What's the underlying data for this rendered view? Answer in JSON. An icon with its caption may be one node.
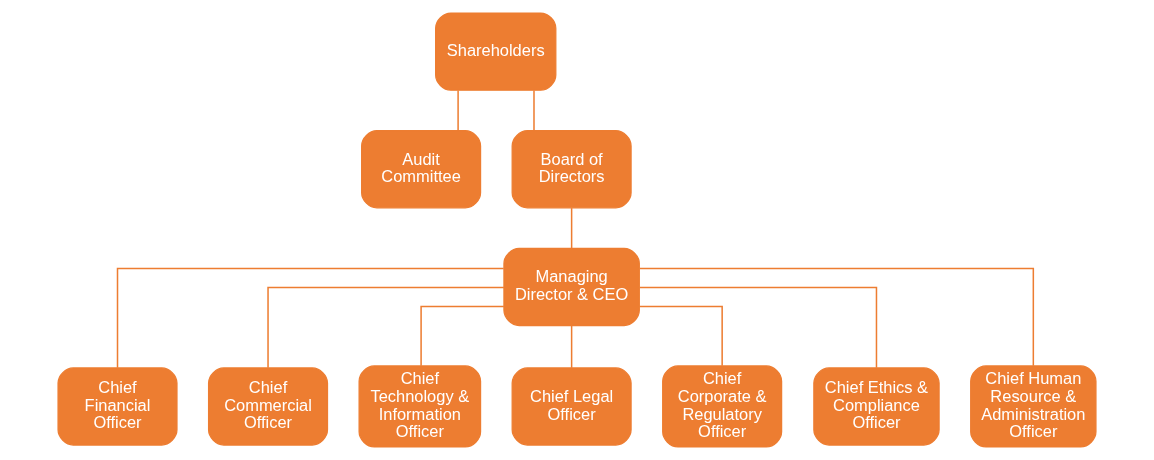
{
  "diagram": {
    "nodes": [
      {
        "text": [
          "Shareholders"
        ]
      },
      {
        "text": [
          "Audit Committee"
        ]
      },
      {
        "text": [
          "Board of Directors"
        ]
      },
      {
        "text": [
          "Managing Director & CEO"
        ]
      },
      {
        "text": [
          "Chief Financial Officer"
        ]
      },
      {
        "text": [
          "Chief Commercial Officer"
        ]
      },
      {
        "text": [
          "Chief Technology & Information Officer"
        ]
      },
      {
        "text": [
          "Chief Legal Officer"
        ]
      },
      {
        "text": [
          "Chief Corporate & Regulatory Officer"
        ]
      },
      {
        "text": [
          "Chief Ethics & Compliance Officer"
        ]
      },
      {
        "text": [
          "Chief Human Resource & Administration Officer"
        ]
      }
    ],
    "edges": [
      {
        "from": 0,
        "to": 1,
        "arrow": "none"
      },
      {
        "from": 0,
        "to": 2,
        "arrow": "none"
      },
      {
        "from": 2,
        "to": 3,
        "arrow": "none"
      },
      {
        "from": 3,
        "to": 4,
        "arrow": "none"
      },
      {
        "from": 3,
        "to": 5,
        "arrow": "none"
      },
      {
        "from": 3,
        "to": 6,
        "arrow": "none"
      },
      {
        "from": 3,
        "to": 7,
        "arrow": "none"
      },
      {
        "from": 3,
        "to": 8,
        "arrow": "none"
      },
      {
        "from": 3,
        "to": 9,
        "arrow": "none"
      },
      {
        "from": 3,
        "to": 10,
        "arrow": "none"
      }
    ]
  }
}
